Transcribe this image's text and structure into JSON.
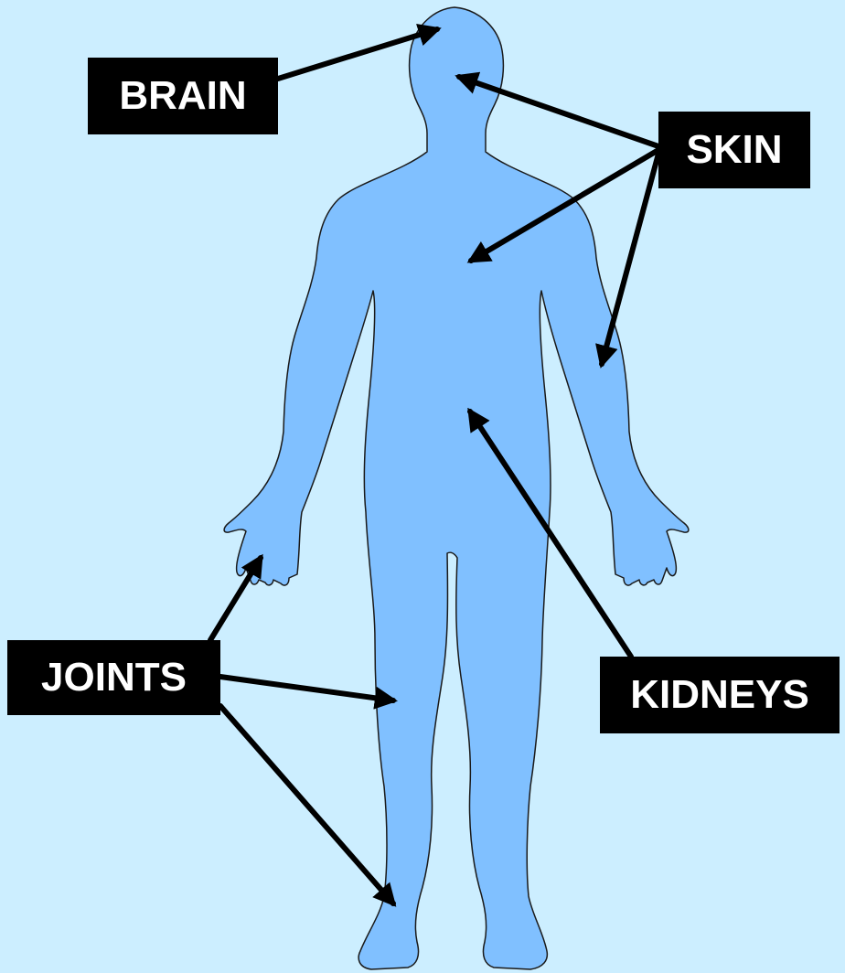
{
  "diagram": {
    "colors": {
      "background": "#cceeff",
      "body_fill": "#80c0ff",
      "body_outline": "#1a1a1a",
      "label_background": "#000000",
      "label_text": "#ffffff",
      "arrow": "#000000"
    },
    "labels": {
      "brain": "BRAIN",
      "skin": "SKIN",
      "joints": "JOINTS",
      "kidneys": "KIDNEYS"
    }
  }
}
